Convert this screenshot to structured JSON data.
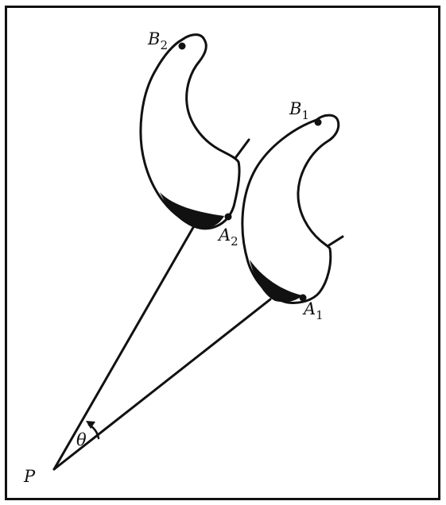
{
  "diagram": {
    "colors": {
      "ink": "#111111",
      "background": "#ffffff"
    },
    "pivot": {
      "label": "P"
    },
    "angle": {
      "label": "θ"
    },
    "objects": [
      {
        "point_a": {
          "letter": "A",
          "index": "2"
        },
        "point_b": {
          "letter": "B",
          "index": "2"
        }
      },
      {
        "point_a": {
          "letter": "A",
          "index": "1"
        },
        "point_b": {
          "letter": "B",
          "index": "1"
        }
      }
    ]
  }
}
